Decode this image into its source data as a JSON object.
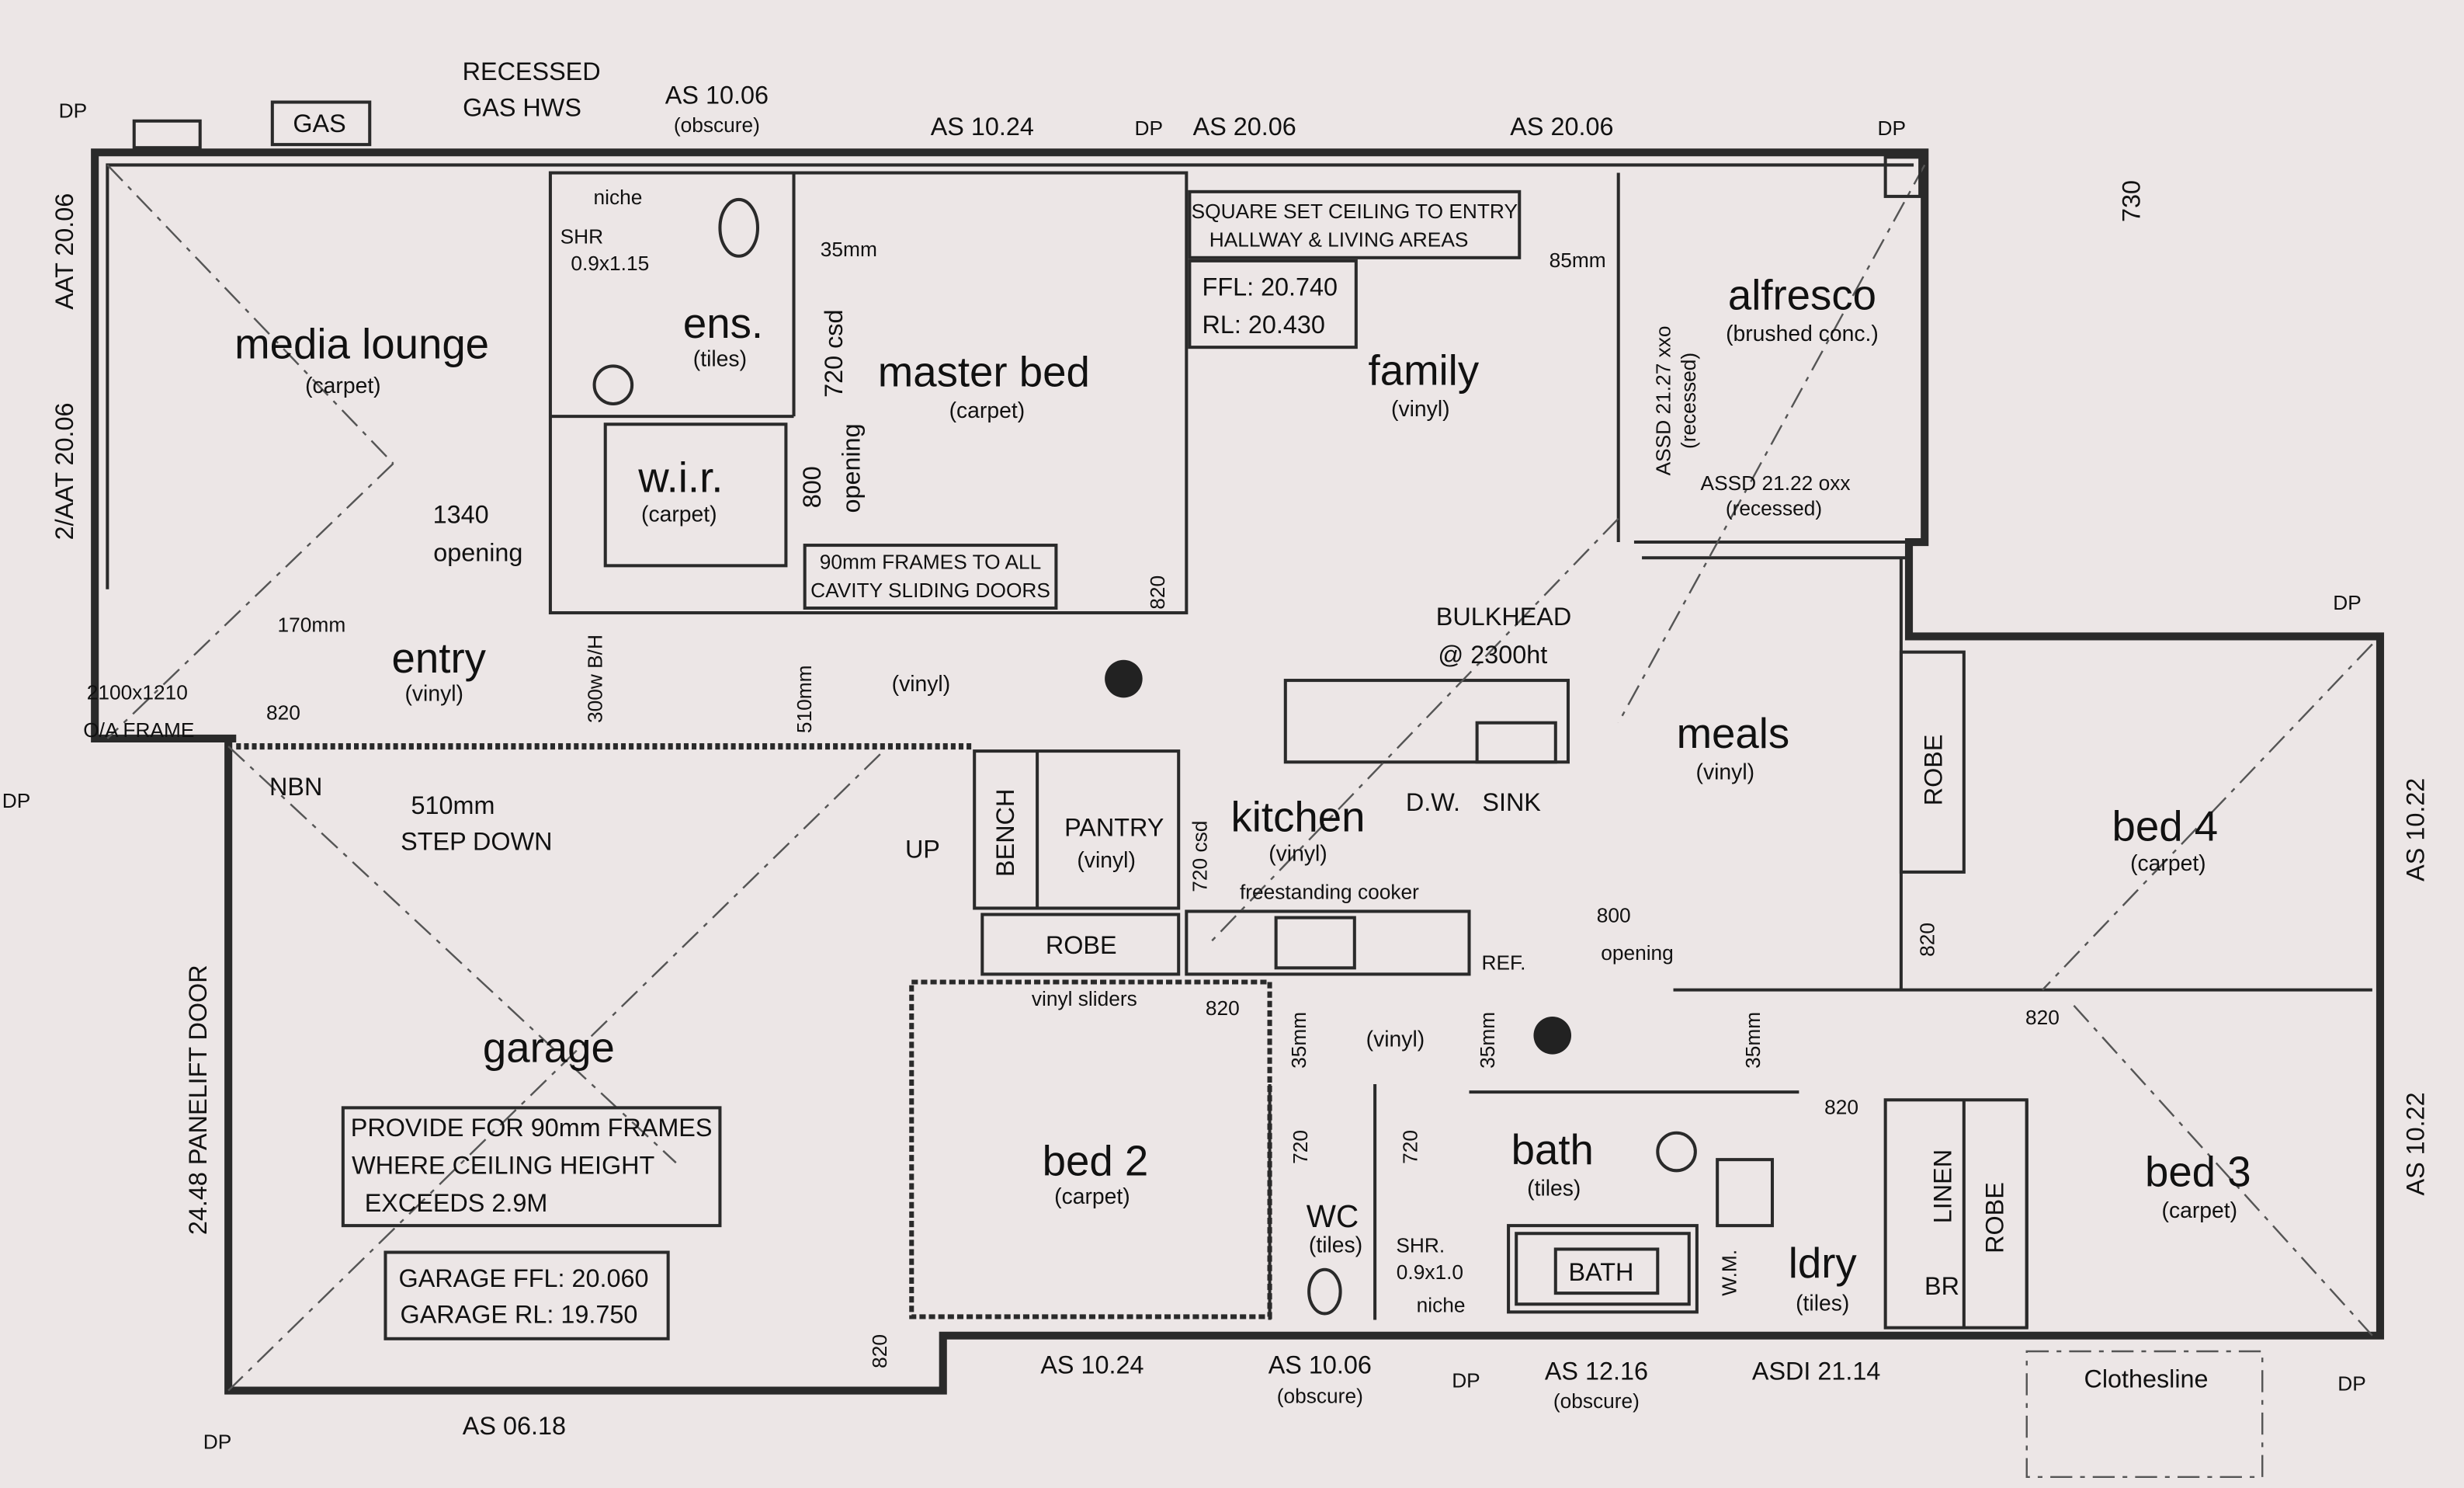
{
  "rooms": {
    "media_lounge": {
      "name": "media lounge",
      "finish": "(carpet)"
    },
    "ensuite": {
      "name": "ens.",
      "finish": "(tiles)"
    },
    "master_bed": {
      "name": "master bed",
      "finish": "(carpet)"
    },
    "family": {
      "name": "family",
      "finish": "(vinyl)"
    },
    "alfresco": {
      "name": "alfresco",
      "finish": "(brushed conc.)"
    },
    "wir": {
      "name": "w.i.r.",
      "finish": "(carpet)"
    },
    "entry": {
      "name": "entry",
      "finish": "(vinyl)"
    },
    "hall": {
      "finish": "(vinyl)"
    },
    "meals": {
      "name": "meals",
      "finish": "(vinyl)"
    },
    "kitchen": {
      "name": "kitchen",
      "finish": "(vinyl)"
    },
    "pantry": {
      "name": "PANTRY",
      "finish": "(vinyl)"
    },
    "bed4": {
      "name": "bed 4",
      "finish": "(carpet)"
    },
    "garage": {
      "name": "garage"
    },
    "bed2": {
      "name": "bed 2",
      "finish": "(carpet)"
    },
    "hall2": {
      "finish": "(vinyl)"
    },
    "bath": {
      "name": "bath",
      "finish": "(tiles)"
    },
    "wc": {
      "name": "WC",
      "finish": "(tiles)"
    },
    "ldry": {
      "name": "ldry",
      "finish": "(tiles)"
    },
    "bed3": {
      "name": "bed 3",
      "finish": "(carpet)"
    }
  },
  "notes": {
    "gas": "GAS",
    "recessed_hws": [
      "RECESSED",
      "GAS HWS"
    ],
    "ceiling": [
      "SQUARE SET CEILING TO ENTRY",
      "HALLWAY & LIVING AREAS"
    ],
    "ffl": "FFL: 20.740",
    "rl": "RL: 20.430",
    "frames": [
      "90mm FRAMES TO ALL",
      "CAVITY SLIDING DOORS"
    ],
    "garage_frames": [
      "PROVIDE FOR 90mm FRAMES",
      "WHERE CEILING HEIGHT",
      "EXCEEDS 2.9M"
    ],
    "garage_ffl": "GARAGE FFL: 20.060",
    "garage_rl": "GARAGE RL: 19.750",
    "bulkhead": [
      "BULKHEAD",
      "@ 2300ht"
    ],
    "step_down": [
      "510mm",
      "STEP DOWN"
    ],
    "opening_1340": [
      "1340",
      "opening"
    ],
    "frame_2100": [
      "2100x1210",
      "O/A FRAME"
    ],
    "panelift": "24.48 PANELIFT DOOR",
    "shr_ens": [
      "niche",
      "SHR",
      "0.9x1.15"
    ],
    "shr_bath": [
      "SHR.",
      "0.9x1.0",
      "niche"
    ],
    "clothesline": "Clothesline",
    "dim_730": "730"
  },
  "windows": {
    "as1006_top": [
      "AS 10.06",
      "(obscure)"
    ],
    "as1024_top": "AS 10.24",
    "as2006_a": "AS 20.06",
    "as2006_b": "AS 20.06",
    "aat2006": "AAT 20.06",
    "aat2006_2": "2/AAT 20.06",
    "assd2127": [
      "ASSD 21.27 xxo",
      "(recessed)"
    ],
    "assd2122": [
      "ASSD 21.22 oxx",
      "(recessed)"
    ],
    "as1022_a": "AS 10.22",
    "as1022_b": "AS 10.22",
    "as1024_bot": "AS 10.24",
    "as1006_bot": [
      "AS 10.06",
      "(obscure)"
    ],
    "as1216": [
      "AS 12.16",
      "(obscure)"
    ],
    "asdi2114": "ASDI 21.14",
    "as0618": "AS 06.18"
  },
  "fixtures": {
    "bench": "BENCH",
    "robe_hall": "ROBE",
    "robe_bed4": "ROBE",
    "robe_bed3": "ROBE",
    "linen": "LINEN",
    "br": "BR",
    "vinyl_sliders": "vinyl sliders",
    "dw": "D.W.",
    "sink": "SINK",
    "cooker": "freestanding cooker",
    "ref": "REF.",
    "bath_tub": "BATH",
    "wm": "W.M.",
    "nbn": "NBN",
    "up": "UP"
  },
  "dims": {
    "d35": "35mm",
    "d85": "85mm",
    "d170": "170mm",
    "d510": "510mm",
    "d720csd": "720 csd",
    "d720": "720",
    "d800": "800",
    "d820": "820",
    "opening": "opening",
    "d800_opening": [
      "800",
      "opening"
    ],
    "d300": "300w B/H",
    "dp": "DP"
  }
}
